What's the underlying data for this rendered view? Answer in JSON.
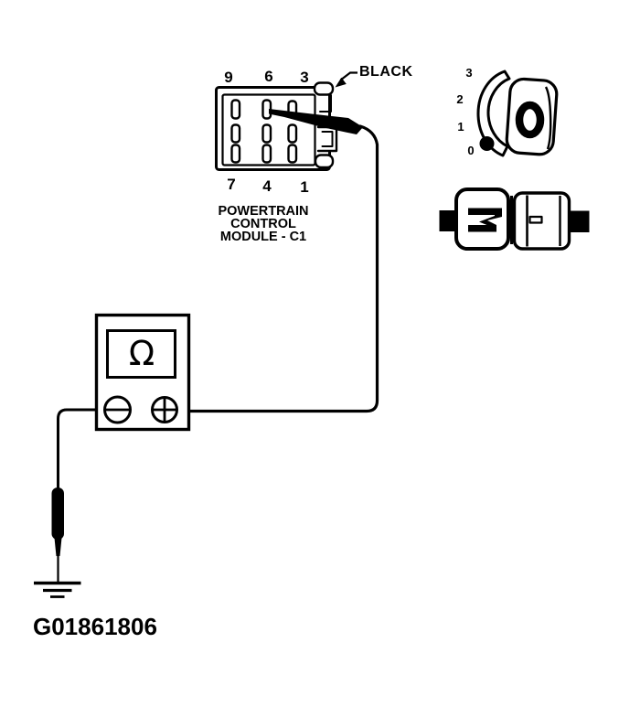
{
  "figure_id": "G01861806",
  "labels": {
    "wire_color": "BLACK",
    "module": [
      "POWERTRAIN",
      "CONTROL",
      "MODULE - C1"
    ]
  },
  "connector_pins": {
    "top": [
      "9",
      "6",
      "3"
    ],
    "bottom": [
      "7",
      "4",
      "1"
    ]
  },
  "ignition_switch_positions": [
    "3",
    "2",
    "1",
    "0"
  ],
  "meter": {
    "display_symbol": "Ω",
    "negative_terminal": "−",
    "positive_terminal": "+"
  },
  "colors": {
    "ink": "#000000",
    "background": "#ffffff"
  },
  "icons": {
    "ohmmeter": "ohmmeter-icon",
    "ground": "ground-icon",
    "test_probe": "test-probe-icon",
    "ignition_switch": "ignition-switch-position-icon",
    "disconnected_connector": "disconnected-connector-icon",
    "leader_arrow": "arrow-icon"
  }
}
